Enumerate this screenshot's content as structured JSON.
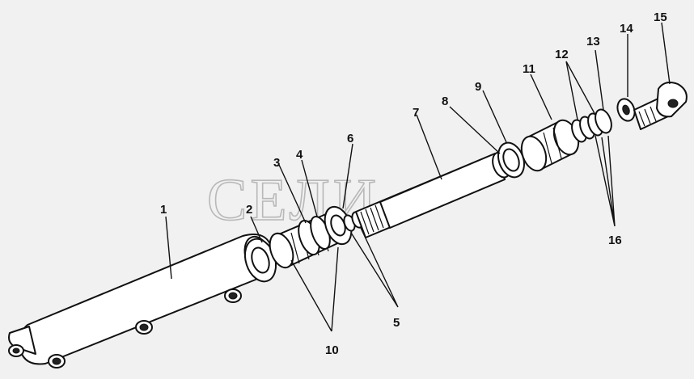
{
  "watermark": "СЕЛИ",
  "callouts": [
    "1",
    "2",
    "3",
    "4",
    "5",
    "6",
    "7",
    "8",
    "9",
    "10",
    "11",
    "12",
    "13",
    "14",
    "15",
    "16"
  ]
}
